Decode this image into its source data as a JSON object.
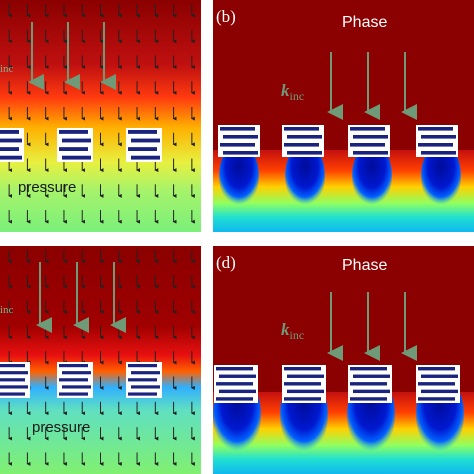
{
  "panels": [
    {
      "id": "a",
      "label": "",
      "title": "",
      "field_label": "pressure",
      "k_text": "inc"
    },
    {
      "id": "b",
      "label": "(b)",
      "title": "Phase",
      "field_label": "",
      "k_main": "k",
      "k_sub": "inc"
    },
    {
      "id": "c",
      "label": "",
      "title": "",
      "field_label": "pressure",
      "k_text": "inc"
    },
    {
      "id": "d",
      "label": "(d)",
      "title": "Phase",
      "field_label": "",
      "k_main": "k",
      "k_sub": "inc"
    }
  ],
  "colors": {
    "dark_red": "#8b0000",
    "red": "#e31a1c",
    "orange": "#ff7f00",
    "yellow": "#ffea00",
    "green": "#80ff70",
    "cyan": "#00c8ff",
    "blue": "#0010c0",
    "arrow": "#6f9a77",
    "cell": "#1a237e"
  }
}
